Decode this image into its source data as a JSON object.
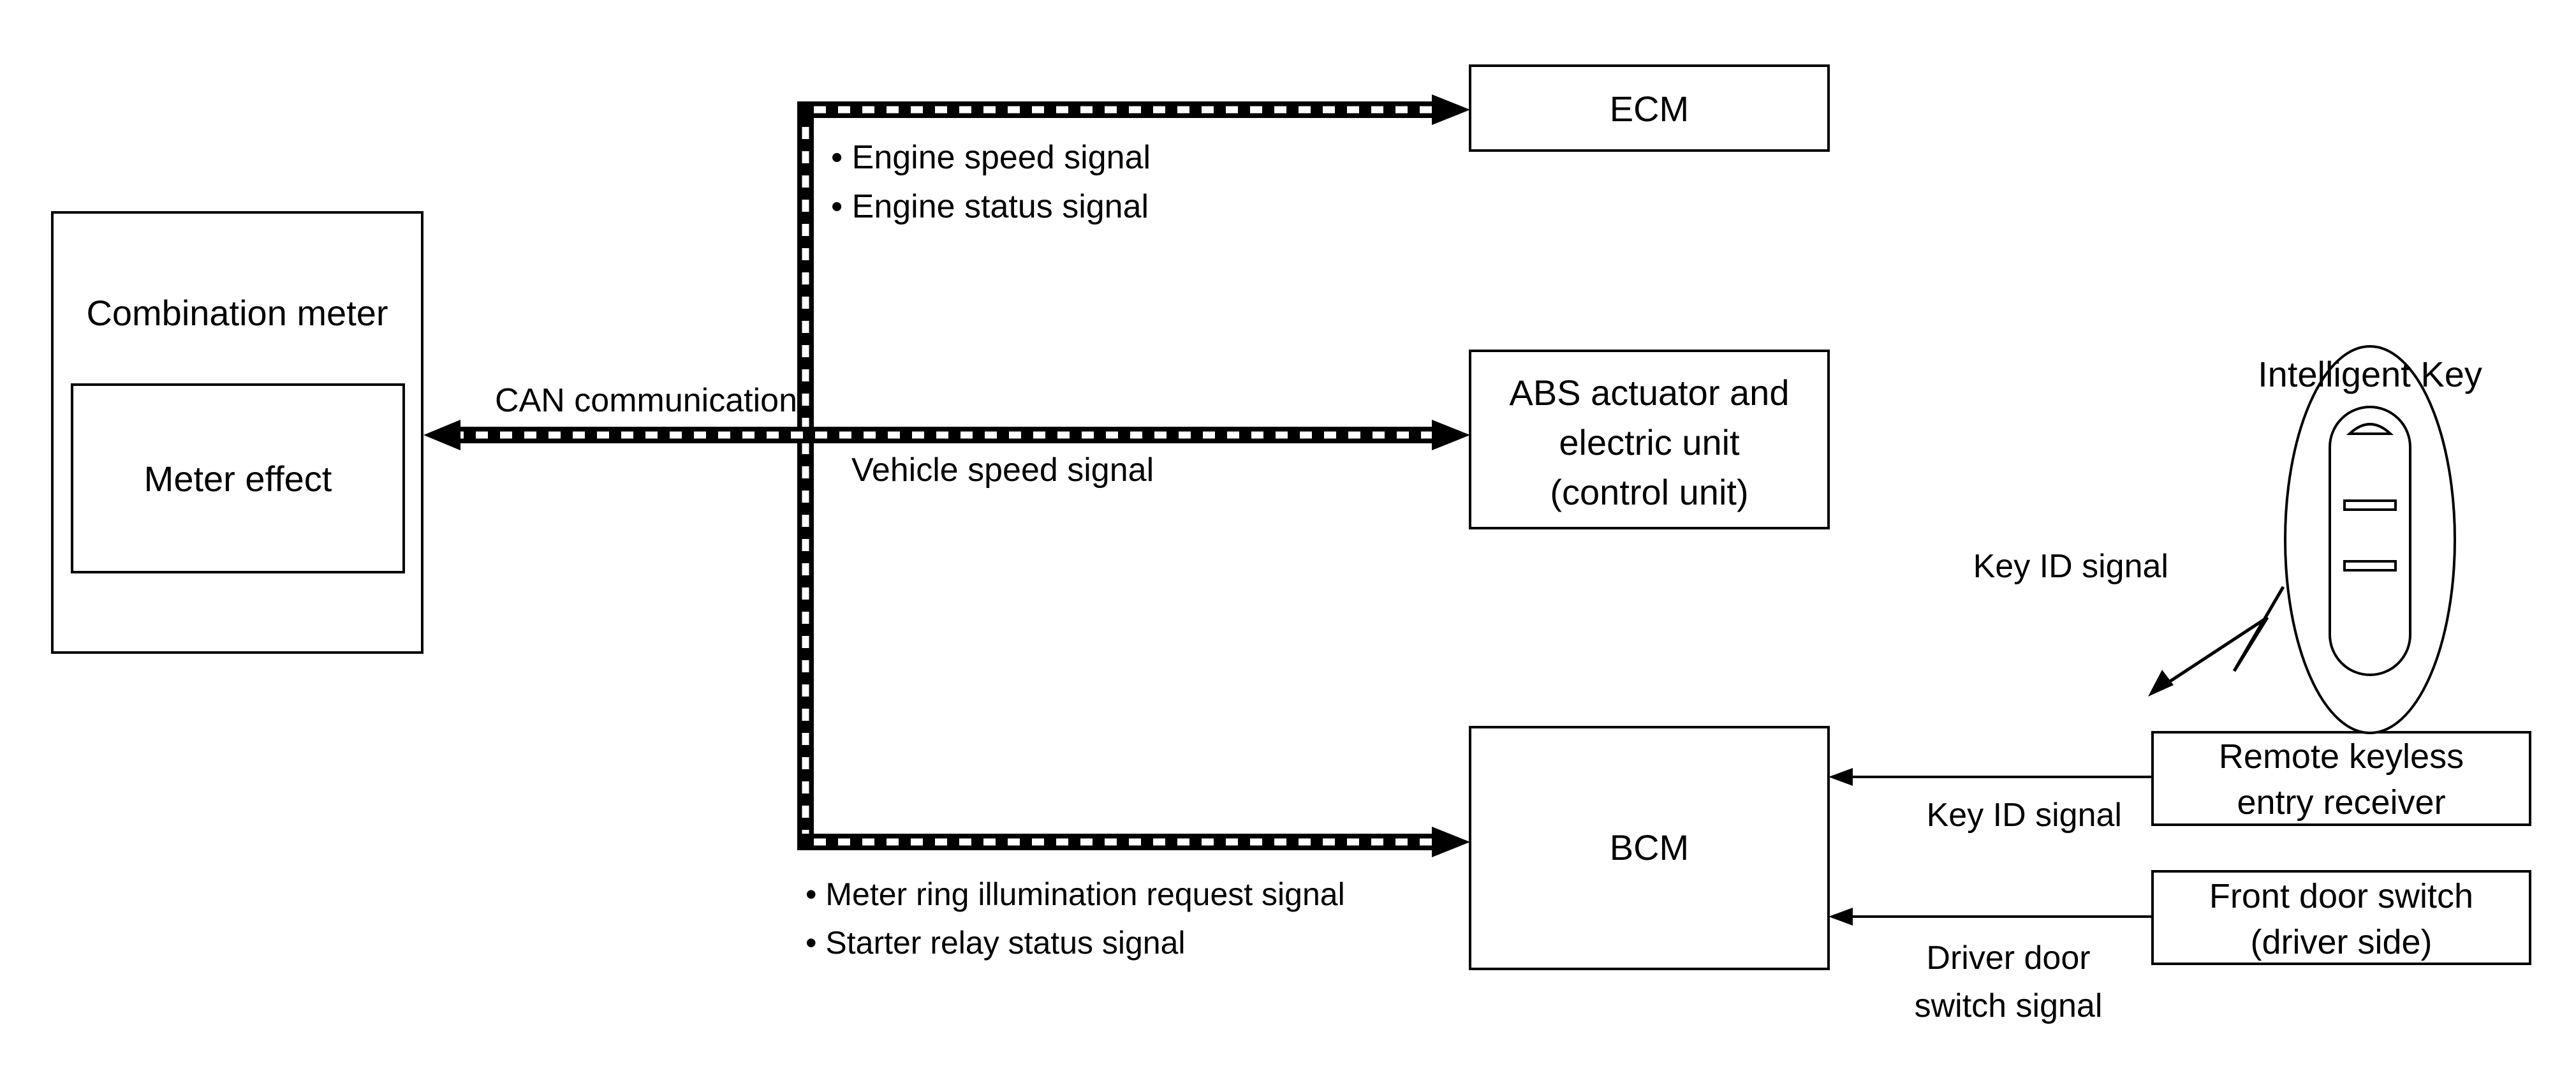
{
  "blocks": {
    "combination_meter": "Combination meter",
    "meter_effect": "Meter effect",
    "ecm": "ECM",
    "abs_line1": "ABS actuator and",
    "abs_line2": "electric unit",
    "abs_line3": "(control unit)",
    "bcm": "BCM",
    "receiver_line1": "Remote keyless",
    "receiver_line2": "entry receiver",
    "door_switch_line1": "Front door switch",
    "door_switch_line2": "(driver side)",
    "intelligent_key": "Intelligent Key"
  },
  "signals": {
    "can_communication": "CAN communication",
    "ecm_signal_1": "• Engine speed signal",
    "ecm_signal_2": "• Engine status signal",
    "vehicle_speed": "Vehicle speed signal",
    "bcm_signal_1": "• Meter ring illumination request signal",
    "bcm_signal_2": "• Starter relay status signal",
    "key_id_wireless": "Key ID signal",
    "key_id_wired": "Key ID signal",
    "driver_door_line1": "Driver door",
    "driver_door_line2": "switch signal"
  },
  "colors": {
    "line": "#000000",
    "background": "#ffffff"
  }
}
